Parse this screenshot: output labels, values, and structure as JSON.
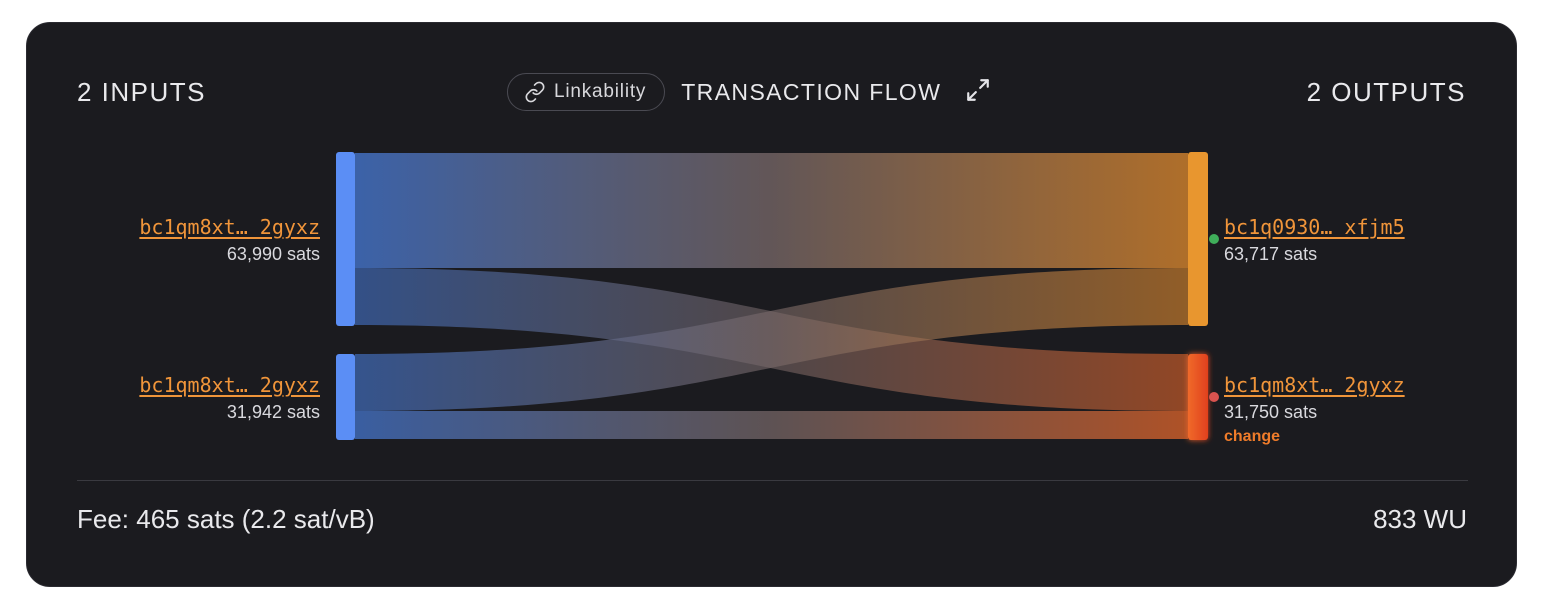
{
  "header": {
    "inputs_label": "2 INPUTS",
    "outputs_label": "2 OUTPUTS",
    "linkability_label": "Linkability",
    "title": "TRANSACTION FLOW",
    "link_icon": "link-icon",
    "expand_icon": "expand-icon"
  },
  "inputs": [
    {
      "address": "bc1qm8xt… 2gyxz",
      "amount": "63,990 sats",
      "value_sats": 63990
    },
    {
      "address": "bc1qm8xt… 2gyxz",
      "amount": "31,942 sats",
      "value_sats": 31942
    }
  ],
  "outputs": [
    {
      "address": "bc1q0930… xfjm5",
      "amount": "63,717 sats",
      "value_sats": 63717,
      "dot_color": "#3fae5a"
    },
    {
      "address": "bc1qm8xt… 2gyxz",
      "amount": "31,750 sats",
      "value_sats": 31750,
      "dot_color": "#d9534f",
      "tag": "change"
    }
  ],
  "colors": {
    "input_bar": "#5b8ef5",
    "output_bar": "#e8962f",
    "change_bar": "#ea5a2a",
    "flow_start": "#4a72c4",
    "flow_end": "#f0953a",
    "address": "#f0953a"
  },
  "footer": {
    "fee": "Fee: 465 sats (2.2 sat/vB)",
    "weight": "833 WU"
  }
}
